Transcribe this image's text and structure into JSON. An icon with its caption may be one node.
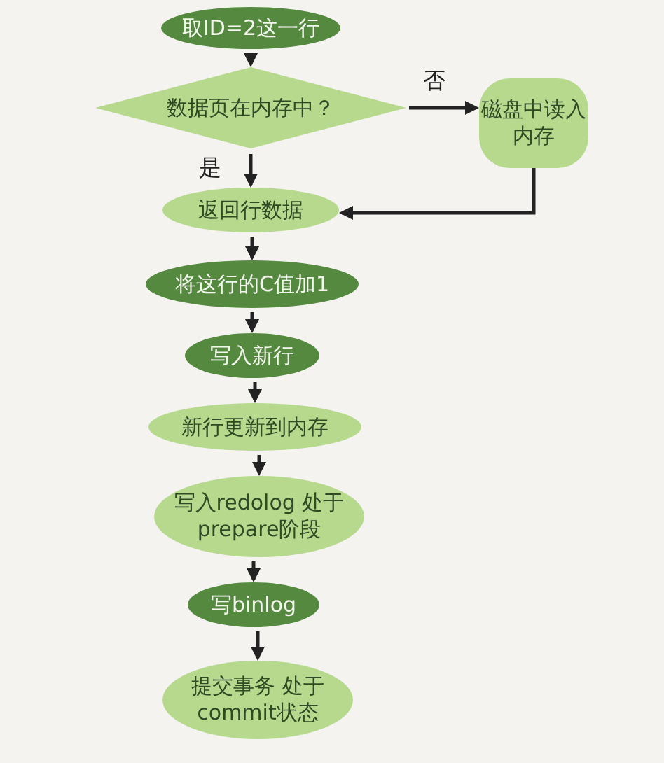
{
  "diagram": {
    "nodes": [
      {
        "text": [
          "取ID=2这一行"
        ]
      },
      {
        "text": [
          "数据页在内存中？"
        ]
      },
      {
        "text": [
          "磁盘中读入内存"
        ]
      },
      {
        "text": [
          "返回行数据"
        ]
      },
      {
        "text": [
          "将这行的C值加1"
        ]
      },
      {
        "text": [
          "写入新行"
        ]
      },
      {
        "text": [
          "新行更新到内存"
        ]
      },
      {
        "text": [
          "写入redolog 处于prepare阶段"
        ]
      },
      {
        "text": [
          "写binlog"
        ]
      },
      {
        "text": [
          "提交事务 处于commit状态"
        ]
      }
    ],
    "edges": [
      {
        "from": 0,
        "to": 1,
        "arrow": "to"
      },
      {
        "from": 1,
        "to": 2,
        "arrow": "to",
        "label": "否"
      },
      {
        "from": 1,
        "to": 3,
        "arrow": "to",
        "label": "是"
      },
      {
        "from": 2,
        "to": 3,
        "arrow": "to"
      },
      {
        "from": 3,
        "to": 4,
        "arrow": "to"
      },
      {
        "from": 4,
        "to": 5,
        "arrow": "to"
      },
      {
        "from": 5,
        "to": 6,
        "arrow": "to"
      },
      {
        "from": 6,
        "to": 7,
        "arrow": "to"
      },
      {
        "from": 7,
        "to": 8,
        "arrow": "to"
      },
      {
        "from": 8,
        "to": 9,
        "arrow": "to"
      }
    ]
  }
}
